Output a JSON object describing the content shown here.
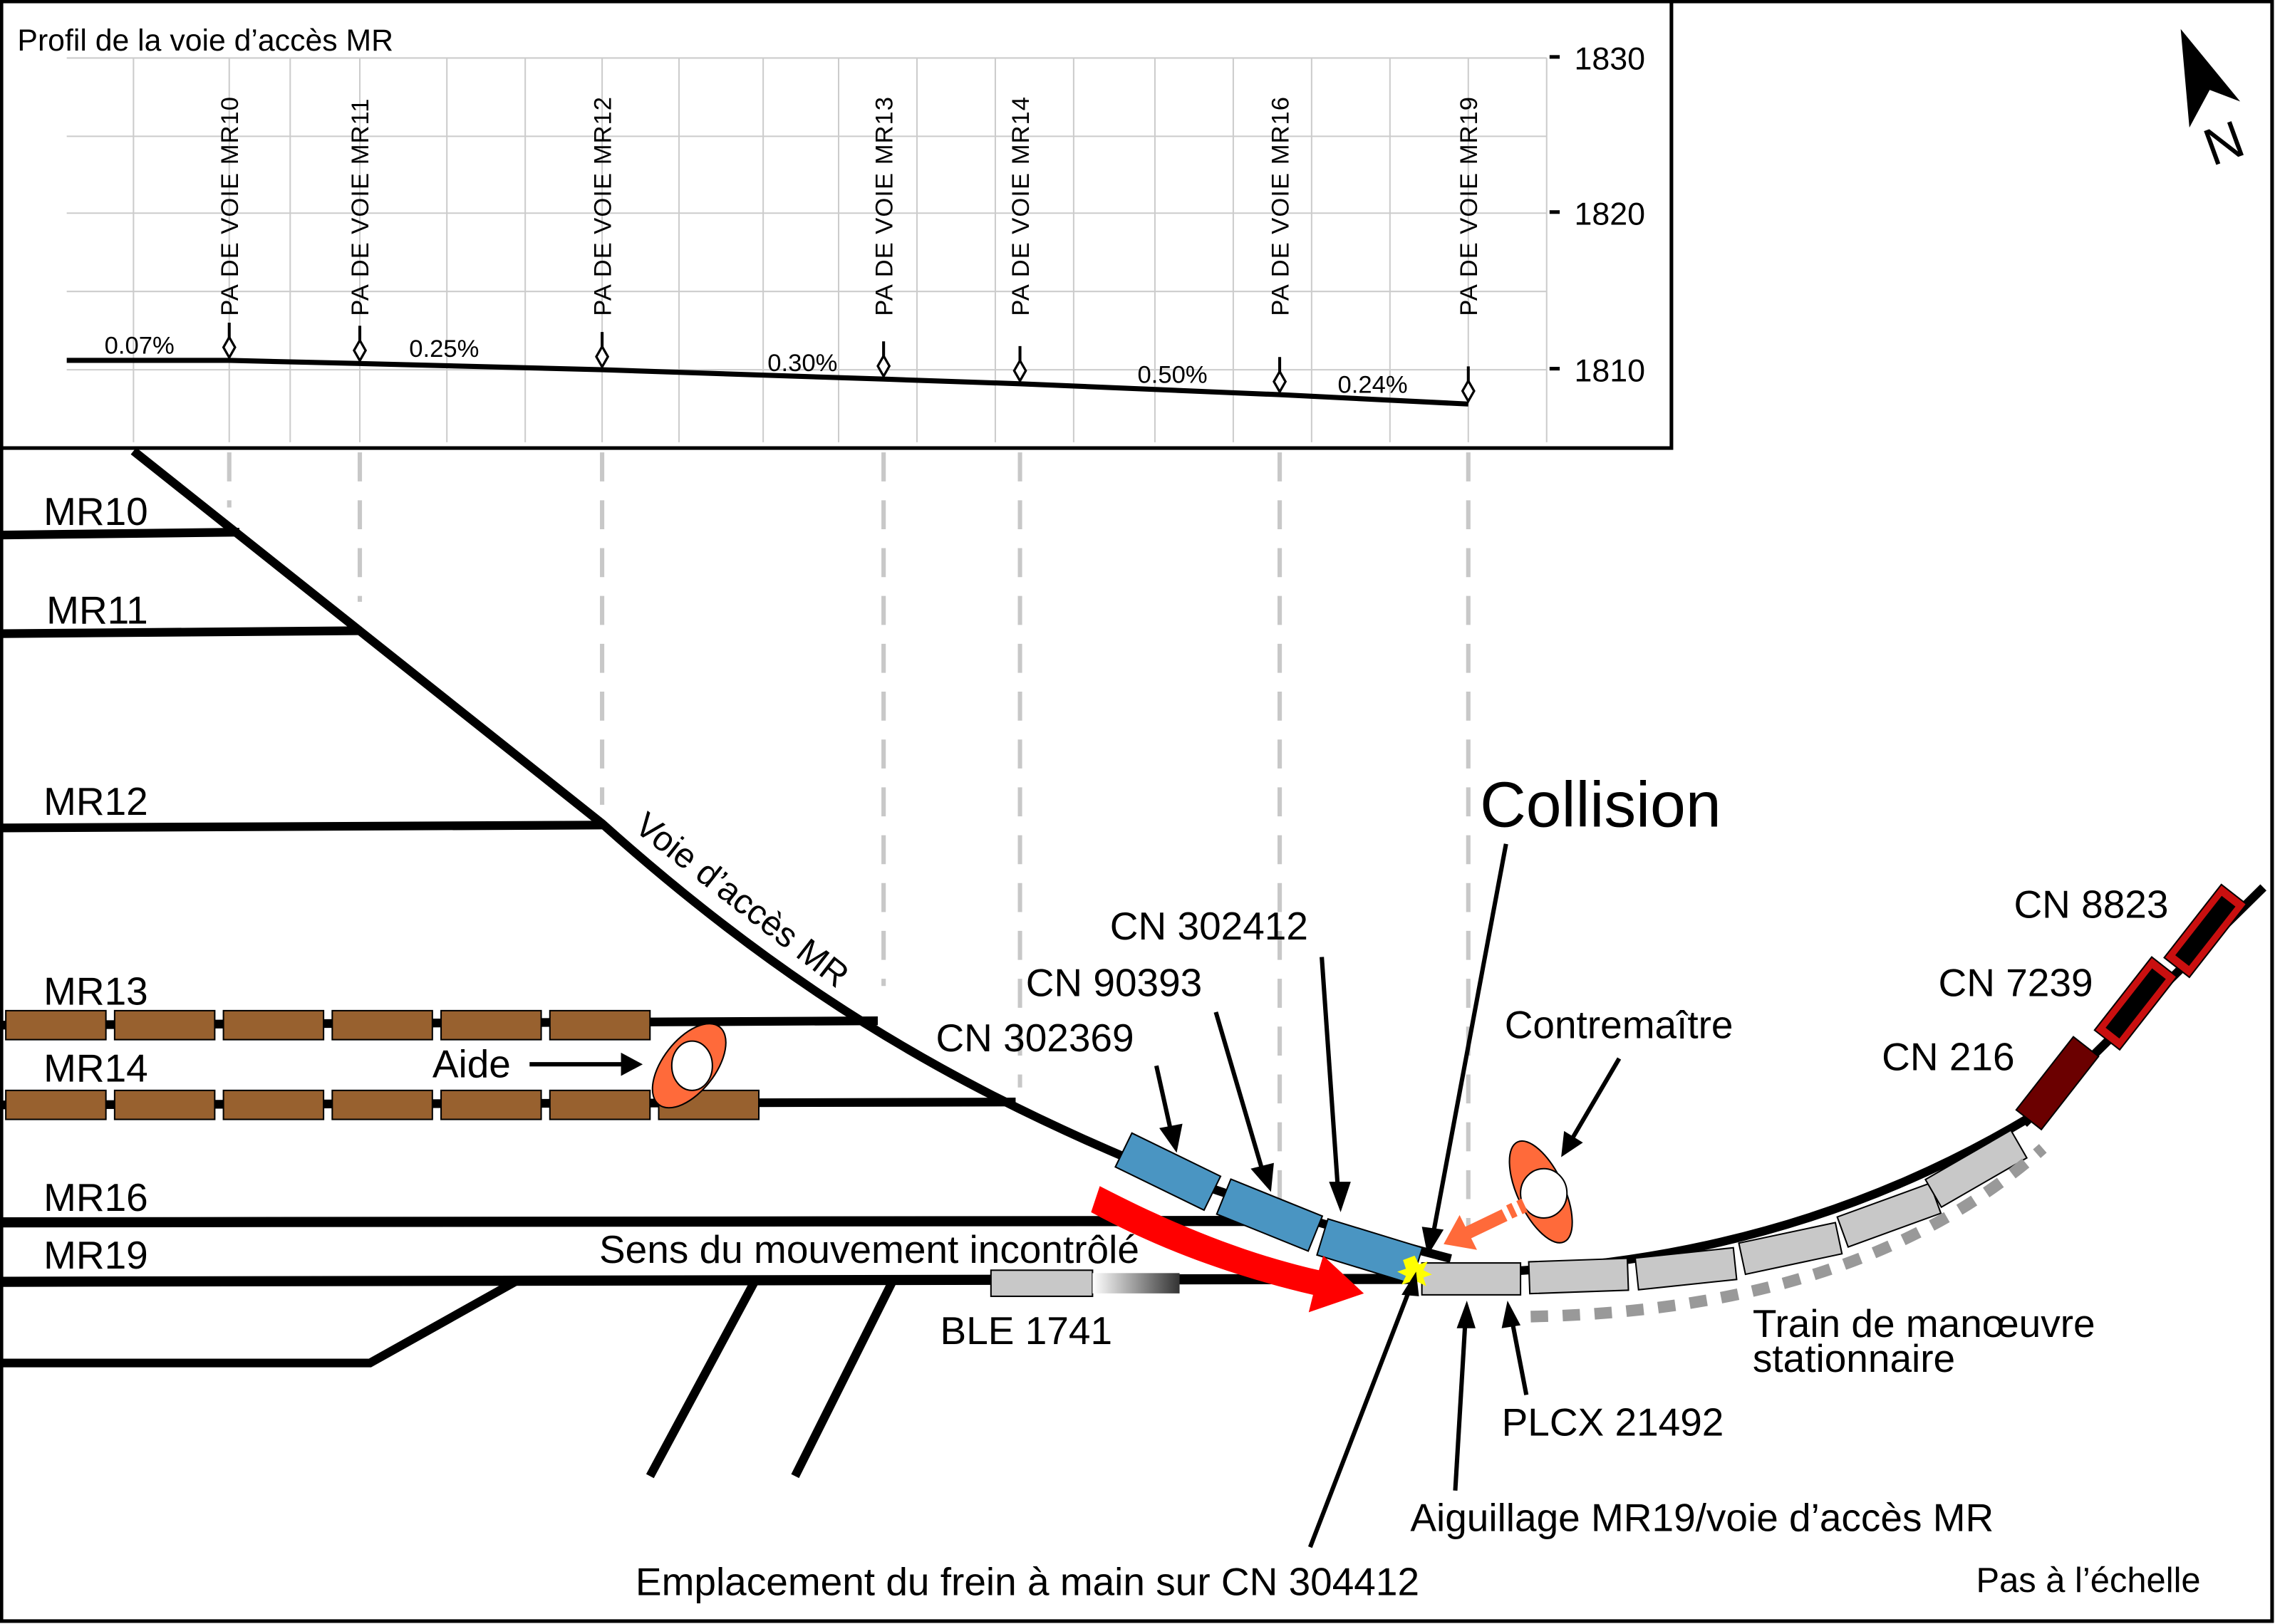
{
  "profile": {
    "title": "Profil de la voie d’accès MR",
    "y_axis": {
      "ticks": [
        "1830",
        "1820",
        "1810"
      ],
      "range": [
        1806,
        1834
      ],
      "unit": "elevation"
    },
    "points_of_switch": [
      {
        "label": "PA DE VOIE MR10",
        "elevation": 1810.6
      },
      {
        "label": "PA DE VOIE MR11",
        "elevation": 1810.4
      },
      {
        "label": "PA DE VOIE MR12",
        "elevation": 1810.0
      },
      {
        "label": "PA DE VOIE MR13",
        "elevation": 1809.4
      },
      {
        "label": "PA DE VOIE MR14",
        "elevation": 1809.1
      },
      {
        "label": "PA DE VOIE MR16",
        "elevation": 1808.4
      },
      {
        "label": "PA DE VOIE MR19",
        "elevation": 1807.8
      }
    ],
    "grades": [
      "0.07%",
      "0.25%",
      "0.30%",
      "0.50%",
      "0.24%"
    ]
  },
  "north_label": "N",
  "tracks": {
    "mr10": "MR10",
    "mr11": "MR11",
    "mr12": "MR12",
    "mr13": "MR13",
    "mr14": "MR14",
    "mr16": "MR16",
    "mr19": "MR19",
    "access": "Voie d’accès MR"
  },
  "labels": {
    "aide": "Aide",
    "contremaitre": "Contremaître",
    "collision": "Collision",
    "cn302412": "CN 302412",
    "cn90393": "CN 90393",
    "cn302369": "CN 302369",
    "cn8823": "CN 8823",
    "cn7239": "CN 7239",
    "cn216": "CN 216",
    "sens": "Sens du mouvement incontrôlé",
    "ble": "BLE 1741",
    "train_line1": "Train de manœuvre",
    "train_line2": "stationnaire",
    "plcx": "PLCX 21492",
    "aiguillage": "Aiguillage MR19/voie d’accès MR",
    "frein": "Emplacement du frein à main sur CN 304412",
    "scale": "Pas à l’échelle"
  },
  "colors": {
    "runaway_cars": "#4a95c2",
    "yard_cars": "#98612f",
    "stationary_cars": "#c8c8c8",
    "locomotive_red": "#c90f0f",
    "locomotive_dark": "#6b0000",
    "movement_arrow": "#ff0000",
    "person": "#ff6a3a",
    "collision_star": "#ffff00",
    "guide_dash": "#c8c8c8"
  }
}
